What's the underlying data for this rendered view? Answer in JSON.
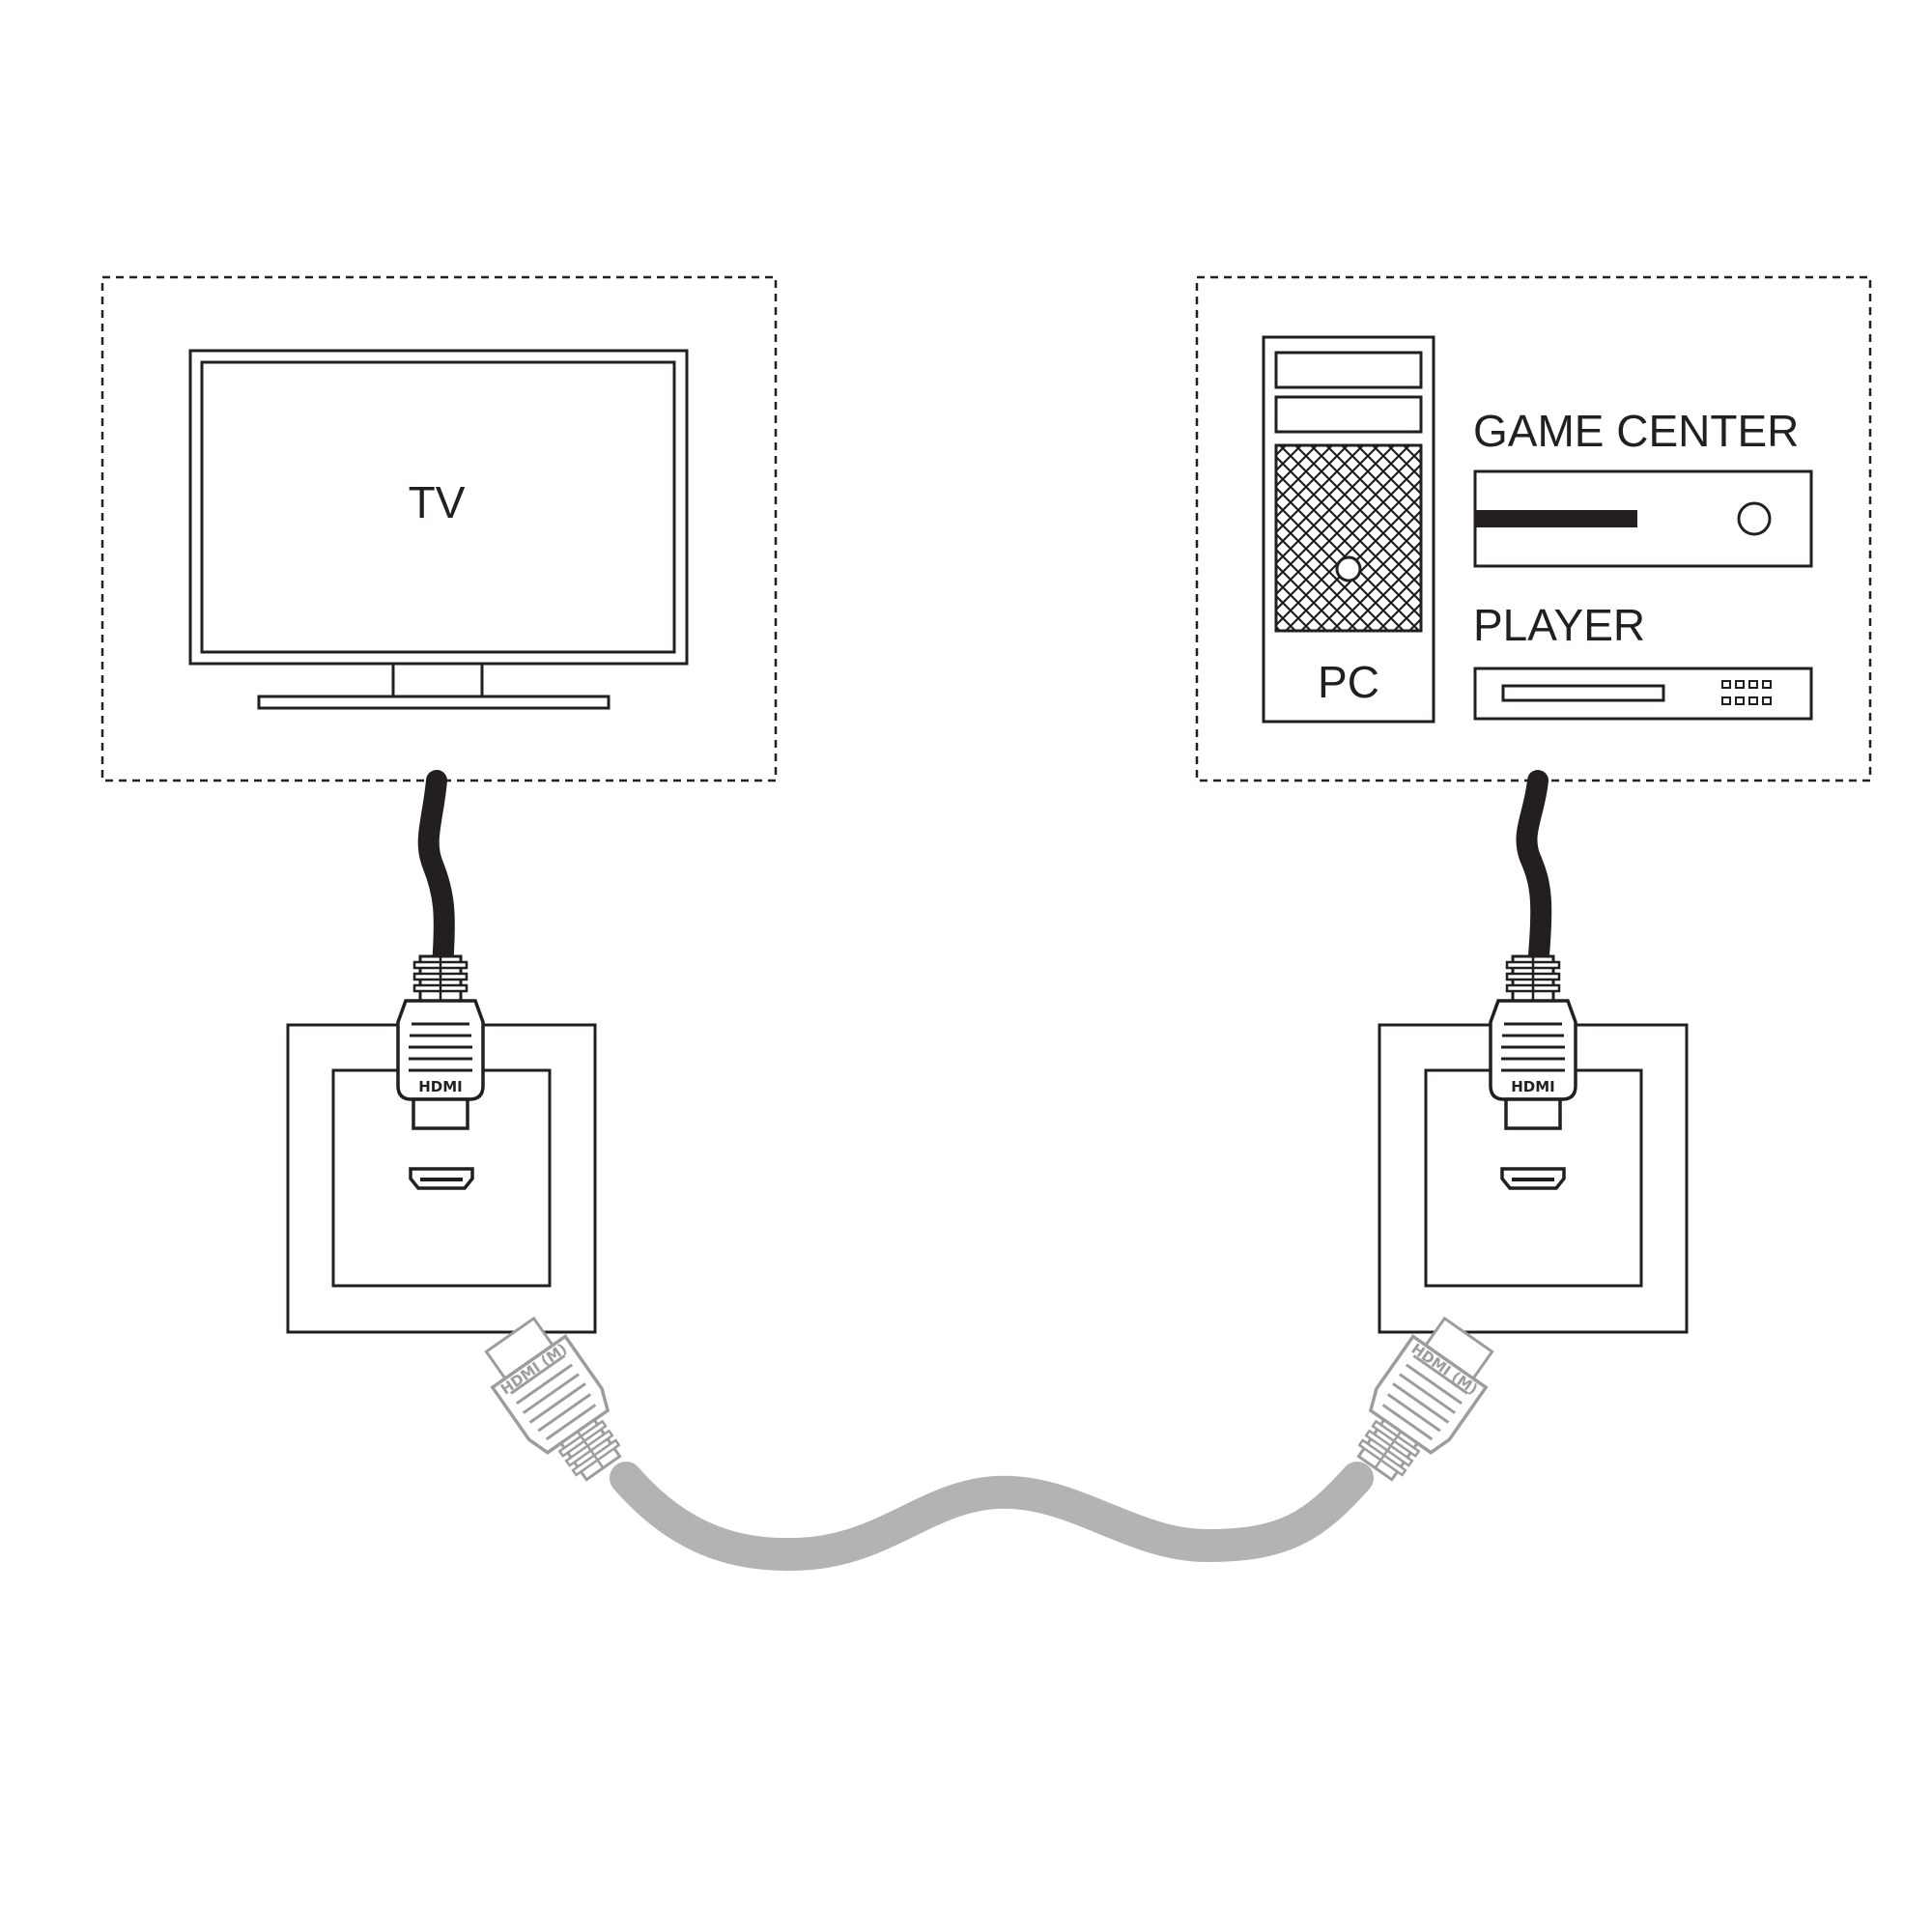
{
  "labels": {
    "tv": "TV",
    "pc": "PC",
    "game_center": "GAME CENTER",
    "player": "PLAYER",
    "plug_left": "HDMI",
    "plug_right": "HDMI",
    "plug_bottom_left": "HDMI (M)",
    "plug_bottom_right": "HDMI (M)"
  },
  "colors": {
    "stroke": "#231f20",
    "cable_dark": "#231f20",
    "cable_gray": "#b3b3b2",
    "plug_gray": "#9d9d9c"
  },
  "icons": [
    "tv-icon",
    "pc-tower-icon",
    "game-console-icon",
    "media-player-icon",
    "hdmi-wall-socket-icon",
    "hdmi-plug-icon",
    "hdmi-cable-icon"
  ]
}
